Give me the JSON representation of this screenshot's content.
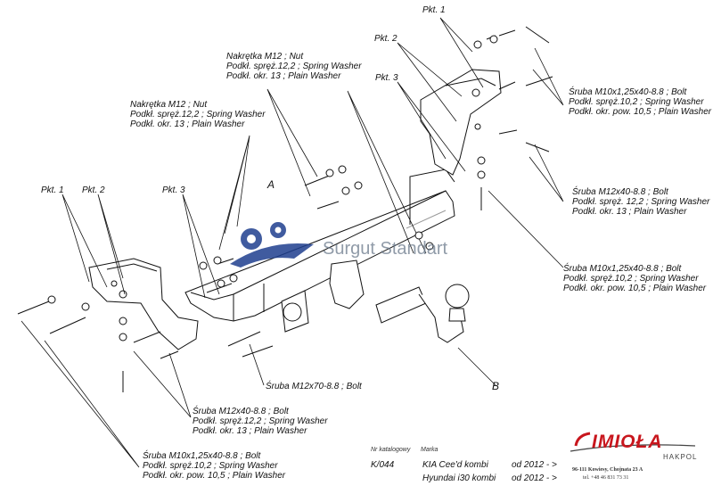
{
  "labels": {
    "pkt1_top": "Pkt. 1",
    "pkt2_top": "Pkt. 2",
    "pkt3_top": "Pkt. 3",
    "pkt1_left": "Pkt. 1",
    "pkt2_left": "Pkt. 2",
    "pkt3_left": "Pkt. 3",
    "nut_top": [
      "Nakrętka  M12 ; Nut",
      "Podkł. spręż.12,2 ; Spring Washer",
      "Podkł. okr. 13 ; Plain Washer"
    ],
    "nut_left": [
      "Nakrętka  M12 ; Nut",
      "Podkł. spręż.12,2 ; Spring Washer",
      "Podkł. okr. 13 ; Plain Washer"
    ],
    "bolt_m10_right": [
      "Śruba M10x1,25x40-8.8 ;  Bolt",
      "Podkł. spręż.10,2 ; Spring Washer",
      "Podkł. okr. pow. 10,5 ; Plain Washer"
    ],
    "bolt_m12_right": [
      "Śruba M12x40-8.8 ;  Bolt",
      "Podkł. spręż. 12,2 ; Spring Washer",
      "Podkł. okr. 13 ; Plain Washer"
    ],
    "bolt_m10_right2": [
      "Śruba M10x1,25x40-8.8 ;  Bolt",
      "Podkł. spręż.10,2 ; Spring Washer",
      "Podkł. okr. pow. 10,5 ; Plain Washer"
    ],
    "bolt_m12x70": "Śruba M12x70-8.8 ;  Bolt",
    "bolt_m12_bottom": [
      "Śruba M12x40-8.8 ;  Bolt",
      "Podkł. spręż.12,2 ; Spring Washer",
      "Podkł. okr. 13 ; Plain Washer"
    ],
    "bolt_m10_bottom": [
      "Śruba M10x1,25x40-8.8 ;  Bolt",
      "Podkł. spręż.10,2 ; Spring Washer",
      "Podkł. okr. pow. 10,5 ; Plain Washer"
    ],
    "point_a": "A",
    "point_b": "B"
  },
  "watermark": "Surgut Standart",
  "catalog": {
    "nr_label": "Nr katalogowy",
    "nr_value": "K/044",
    "marka_label": "Marka",
    "models": [
      "KIA Cee'd kombi",
      "Hyundai i30 kombi"
    ],
    "years": [
      "od 2012 - >",
      "od 2012 - >"
    ]
  },
  "brand": {
    "name": "IMIOŁA",
    "sub": "HAKPOL",
    "address": "96-111 Kowiesy, Chojnata 23 A",
    "phone": "tel. +48 46 831 73 31"
  },
  "colors": {
    "ink": "#111111",
    "brand_red": "#c8161d",
    "watermark_blue": "#1f3f8f"
  }
}
